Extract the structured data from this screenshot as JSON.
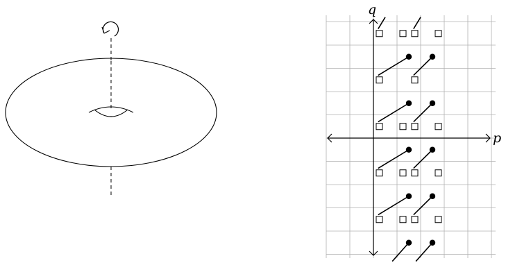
{
  "figure": {
    "left_panel": {
      "rotation_arrow": "circular-arrow-icon"
    },
    "right_panel": {
      "axes": {
        "x_label": "p",
        "y_label": "q"
      },
      "grid": {
        "columns": [
          -2,
          -1,
          0,
          1,
          2,
          3,
          4,
          5
        ],
        "rows": [
          -5,
          -4,
          -3,
          -2,
          -1,
          0,
          1,
          2,
          3,
          4,
          5
        ],
        "lines": true
      },
      "open_squares": [
        [
          0,
          4.5
        ],
        [
          1,
          4.5
        ],
        [
          1.5,
          4.5
        ],
        [
          2.5,
          4.5
        ],
        [
          0,
          2.5
        ],
        [
          1.5,
          2.5
        ],
        [
          0,
          0.5
        ],
        [
          1,
          0.5
        ],
        [
          1.5,
          0.5
        ],
        [
          2.5,
          0.5
        ],
        [
          0,
          -1.5
        ],
        [
          1,
          -1.5
        ],
        [
          1.5,
          -1.5
        ],
        [
          2.5,
          -1.5
        ],
        [
          0,
          -3.5
        ],
        [
          1,
          -3.5
        ],
        [
          1.5,
          -3.5
        ],
        [
          2.5,
          -3.5
        ]
      ],
      "filled_dots": [
        [
          1.5,
          3.5
        ],
        [
          2.5,
          3.5
        ],
        [
          1.5,
          1.5
        ],
        [
          2.5,
          1.5
        ],
        [
          1.5,
          -0.5
        ],
        [
          2.5,
          -0.5
        ],
        [
          1.5,
          -2.5
        ],
        [
          2.5,
          -2.5
        ],
        [
          1.5,
          -4.5
        ],
        [
          2.5,
          -4.5
        ]
      ],
      "segments": [
        [
          [
            0.2,
            4.7
          ],
          [
            0.5,
            5.2
          ]
        ],
        [
          [
            1.7,
            4.7
          ],
          [
            2,
            5.2
          ]
        ],
        [
          [
            0.2,
            2.7
          ],
          [
            1.5,
            3.5
          ]
        ],
        [
          [
            1.7,
            2.7
          ],
          [
            2.5,
            3.5
          ]
        ],
        [
          [
            0.2,
            0.7
          ],
          [
            1.5,
            1.5
          ]
        ],
        [
          [
            1.7,
            0.7
          ],
          [
            2.5,
            1.5
          ]
        ],
        [
          [
            0.2,
            -1.3
          ],
          [
            1.5,
            -0.5
          ]
        ],
        [
          [
            1.7,
            -1.3
          ],
          [
            2.5,
            -0.5
          ]
        ],
        [
          [
            0.2,
            -3.3
          ],
          [
            1.5,
            -2.5
          ]
        ],
        [
          [
            1.7,
            -3.3
          ],
          [
            2.5,
            -2.5
          ]
        ],
        [
          [
            0.8,
            -5.3
          ],
          [
            1.5,
            -4.5
          ]
        ],
        [
          [
            1.8,
            -5.3
          ],
          [
            2.5,
            -4.5
          ]
        ]
      ]
    }
  }
}
